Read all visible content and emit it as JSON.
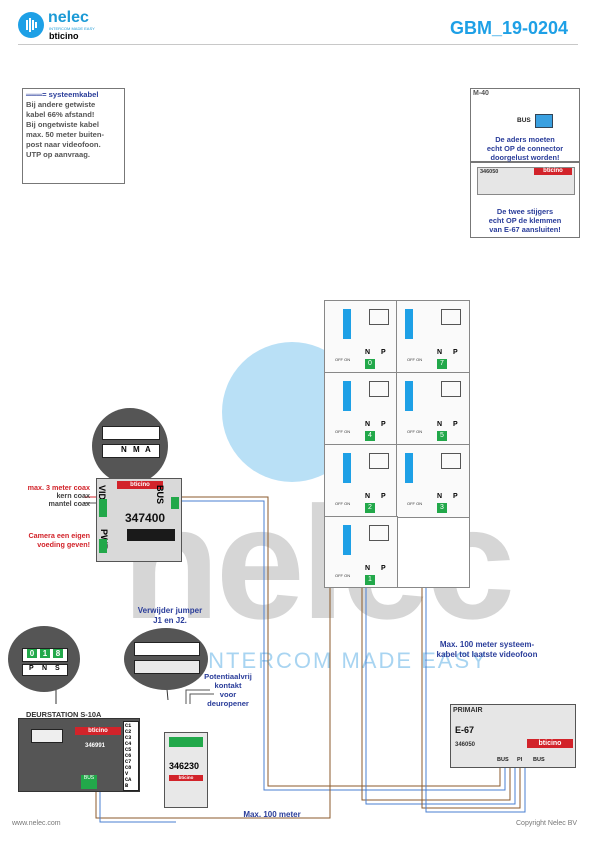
{
  "header": {
    "brand": "nelec",
    "brand_tagline": "INTERCOM MADE EASY",
    "partner": "bticino",
    "doc_code": "GBM_19-0204"
  },
  "note": {
    "title": "= systeemkabel",
    "lines": [
      "Bij andere getwiste",
      "kabel 66% afstand!",
      "Bij ongetwiste kabel",
      "max. 50 meter buiten-",
      "post naar videofoon.",
      "UTP op aanvraag."
    ]
  },
  "m40_box": {
    "label": "M-40",
    "bus_label": "BUS",
    "text": [
      "De aders moeten",
      "echt OP de connector",
      "doorgelust worden!"
    ]
  },
  "module_box": {
    "code": "346050",
    "brand": "bticino",
    "text": [
      "De twee stijgers",
      "echt OP de klemmen",
      "van E-67 aansluiten!"
    ]
  },
  "camera_interface": {
    "brand": "bticino",
    "code": "347400",
    "video_label": "VIDEO",
    "pwr_label": "PWR",
    "bus_label": "BUS",
    "zoom_labels": [
      "N",
      "M",
      "A"
    ],
    "left_notes": {
      "coax_max": "max. 3 meter coax",
      "kern": "kern coax",
      "mantel": "mantel coax",
      "camera_power": [
        "Camera een eigen",
        "voeding geven!"
      ]
    }
  },
  "jumper_note": [
    "Verwijder jumper",
    "J1 en J2."
  ],
  "contact_note": [
    "Potentiaalvrij",
    "kontakt",
    "voor",
    "deuropener"
  ],
  "door_station": {
    "title": "DEURSTATION S-10A",
    "brand": "bticino",
    "code": "346991",
    "terminals": [
      "C1",
      "C2",
      "C3",
      "C4",
      "C5",
      "C6",
      "C7",
      "C8",
      "V",
      "CA",
      "B"
    ],
    "bus_label": "BUS",
    "zoom_values": [
      "0",
      "1",
      "8"
    ],
    "zoom_labels": [
      "P",
      "N",
      "S"
    ]
  },
  "relay": {
    "code": "346230",
    "brand": "bticino"
  },
  "power_supply": {
    "label": "PRIMAIR",
    "name": "E-67",
    "code": "346050",
    "brand": "bticino",
    "terminal_labels": [
      "BUS",
      "PI",
      "BUS"
    ]
  },
  "phones": {
    "switch_label": "OFF ON",
    "n_label": "N",
    "p_label": "P",
    "numbers": [
      "0",
      "7",
      "4",
      "5",
      "2",
      "3",
      "1"
    ]
  },
  "cable_notes": {
    "system_cable": [
      "Max. 100 meter systeem-",
      "kabel tot laatste videofoon"
    ],
    "max_100": "Max. 100 meter"
  },
  "watermark": {
    "word": "nelec",
    "tagline": "INTERCOM MADE EASY"
  },
  "footer": {
    "left": "www.nelec.com",
    "right": "Copyright Nelec BV"
  },
  "colors": {
    "brand_blue": "#1ea0e6",
    "label_blue": "#2a3d9a",
    "warn_red": "#d2232a",
    "terminal_green": "#22a84a",
    "cable_brown": "#8b5a2b",
    "cable_blue": "#4a7fd0"
  }
}
